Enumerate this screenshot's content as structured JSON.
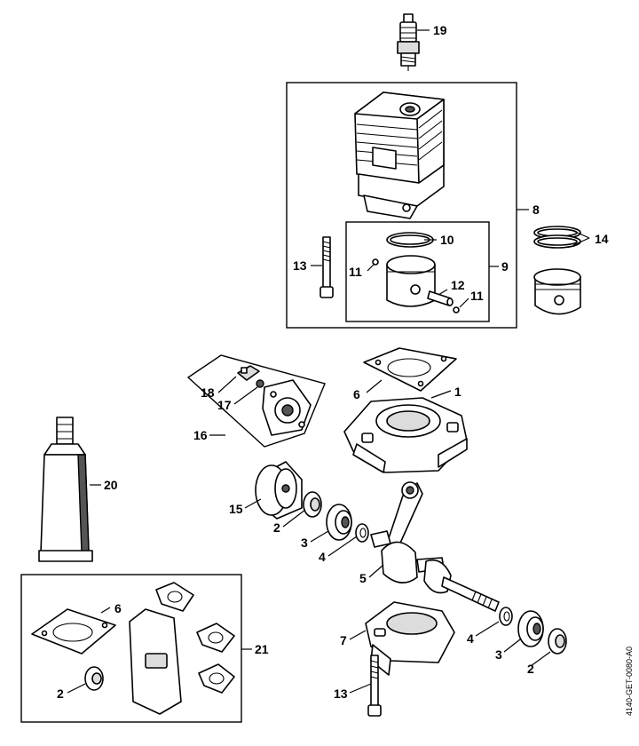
{
  "labels": {
    "l1": "1",
    "l2a": "2",
    "l2b": "2",
    "l2c": "2",
    "l3a": "3",
    "l3b": "3",
    "l4a": "4",
    "l4b": "4",
    "l5": "5",
    "l6a": "6",
    "l6b": "6",
    "l7": "7",
    "l8": "8",
    "l9": "9",
    "l10": "10",
    "l11a": "11",
    "l11b": "11",
    "l12": "12",
    "l13a": "13",
    "l13b": "13",
    "l14": "14",
    "l15": "15",
    "l16": "16",
    "l17": "17",
    "l18": "18",
    "l19": "19",
    "l20": "20",
    "l21": "21"
  },
  "drawing_ref": "4140-GET-0080-A0"
}
